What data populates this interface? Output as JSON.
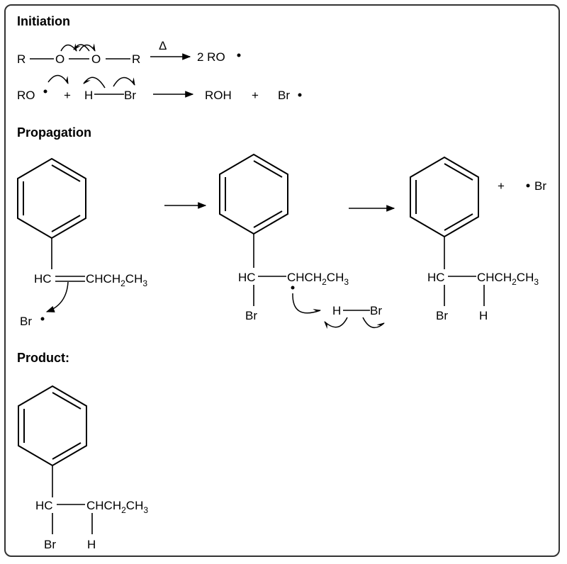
{
  "headings": {
    "initiation": "Initiation",
    "propagation": "Propagation",
    "product": "Product:"
  },
  "initiation": {
    "r1": {
      "left": "R",
      "o1": "O",
      "o2": "O",
      "right": "R",
      "heat": "Δ",
      "product": "2 RO"
    },
    "r2": {
      "ro": "RO",
      "plus": "+",
      "h": "H",
      "br": "Br",
      "roh": "ROH",
      "plus2": "+",
      "br_radical": "Br"
    }
  },
  "propagation": {
    "s1": {
      "hc": "HC",
      "chain": "CHCH",
      "sub2": "2",
      "ch": "CH",
      "sub3": "3",
      "br": "Br"
    },
    "s2": {
      "hc": "HC",
      "chain": "CHCH",
      "sub2": "2",
      "ch": "CH",
      "sub3": "3",
      "br": "Br",
      "hbr_h": "H",
      "hbr_br": "Br"
    },
    "s3": {
      "hc": "HC",
      "chain": "CHCH",
      "sub2": "2",
      "ch": "CH",
      "sub3": "3",
      "br": "Br",
      "h": "H",
      "plus": "+",
      "br_radical": "Br"
    }
  },
  "product": {
    "hc": "HC",
    "chain": "CHCH",
    "sub2": "2",
    "ch": "CH",
    "sub3": "3",
    "br": "Br",
    "h": "H"
  },
  "icons": [
    "benzene-ring-icon",
    "reaction-arrow-icon",
    "curved-arrow-icon",
    "radical-dot-icon"
  ],
  "colors": {
    "ink": "#000000",
    "border": "#333333"
  }
}
